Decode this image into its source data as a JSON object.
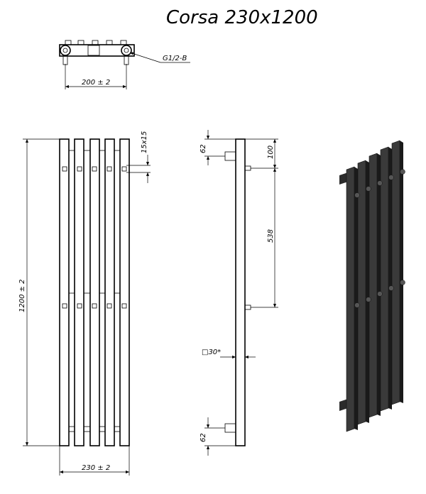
{
  "title": "Corsa 230x1200",
  "dims": {
    "connector_width": "200 ± 2",
    "thread": "G1/2-B",
    "height": "1200 ± 2",
    "bar_section": "15x15",
    "width": "230 ± 2",
    "top_offset_side": "62",
    "top_to_connector": "100",
    "connector_spacing": "538",
    "tube_section": "□30*",
    "bottom_offset_side": "62"
  }
}
